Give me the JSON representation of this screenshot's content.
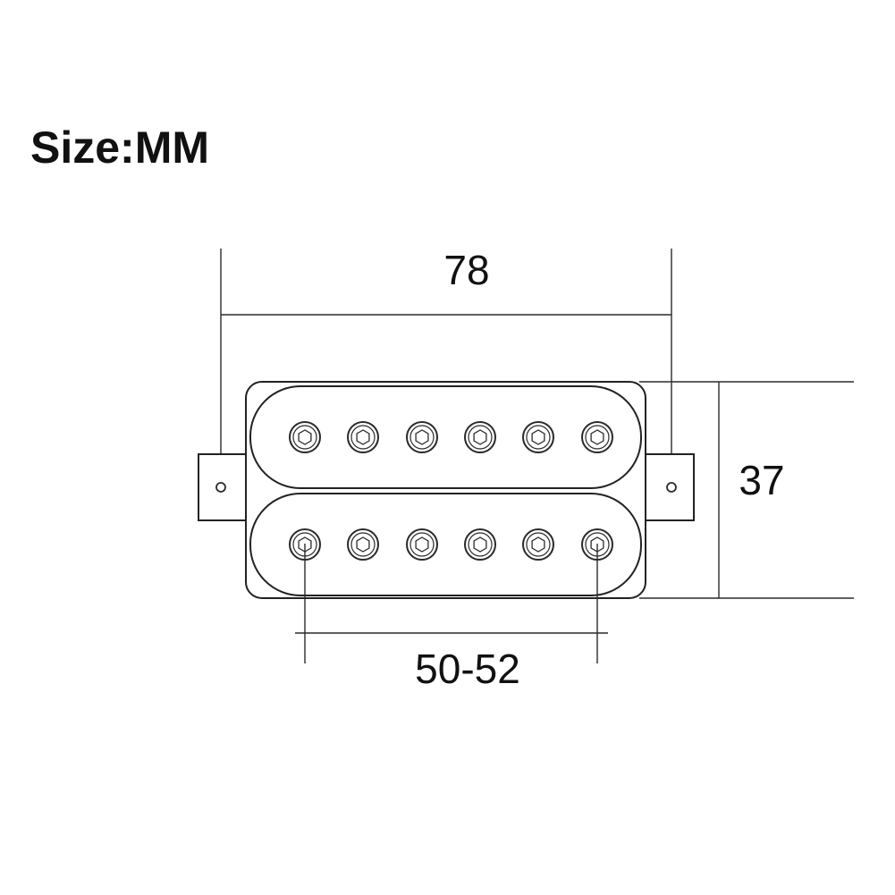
{
  "header": {
    "size_label": "Size:MM"
  },
  "dimensions": {
    "width_label": "78",
    "height_label": "37",
    "pole_span_label": "50-52"
  },
  "pickup": {
    "coil_count": 2,
    "poles_per_coil": 6,
    "pole_head": "hex-socket-icon"
  },
  "colors": {
    "line": "#2a2a2a",
    "text": "#111111",
    "background": "#ffffff"
  }
}
